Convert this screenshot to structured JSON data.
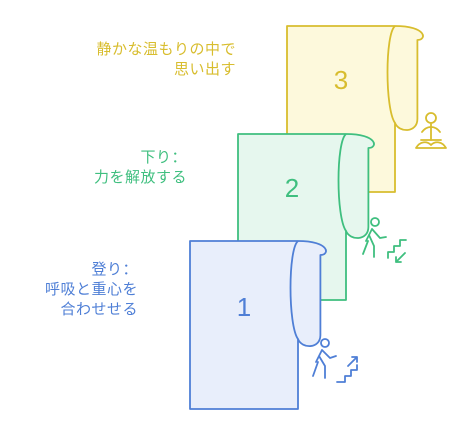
{
  "steps": [
    {
      "number": "1",
      "lines": [
        "登り：",
        "呼吸と重心を",
        "合わせせる"
      ],
      "icon": "person-climbing-stairs-up-icon",
      "color": "#4f7fd6",
      "fill": "#e8eefb"
    },
    {
      "number": "2",
      "lines": [
        "下り：",
        "力を解放する"
      ],
      "icon": "person-walking-stairs-down-icon",
      "color": "#3fbf7f",
      "fill": "#e6f7ee"
    },
    {
      "number": "3",
      "lines": [
        "静かな温もりの中で",
        "思い出す"
      ],
      "icon": "person-meditating-icon",
      "color": "#d8bd2e",
      "fill": "#fdf9dc"
    }
  ]
}
